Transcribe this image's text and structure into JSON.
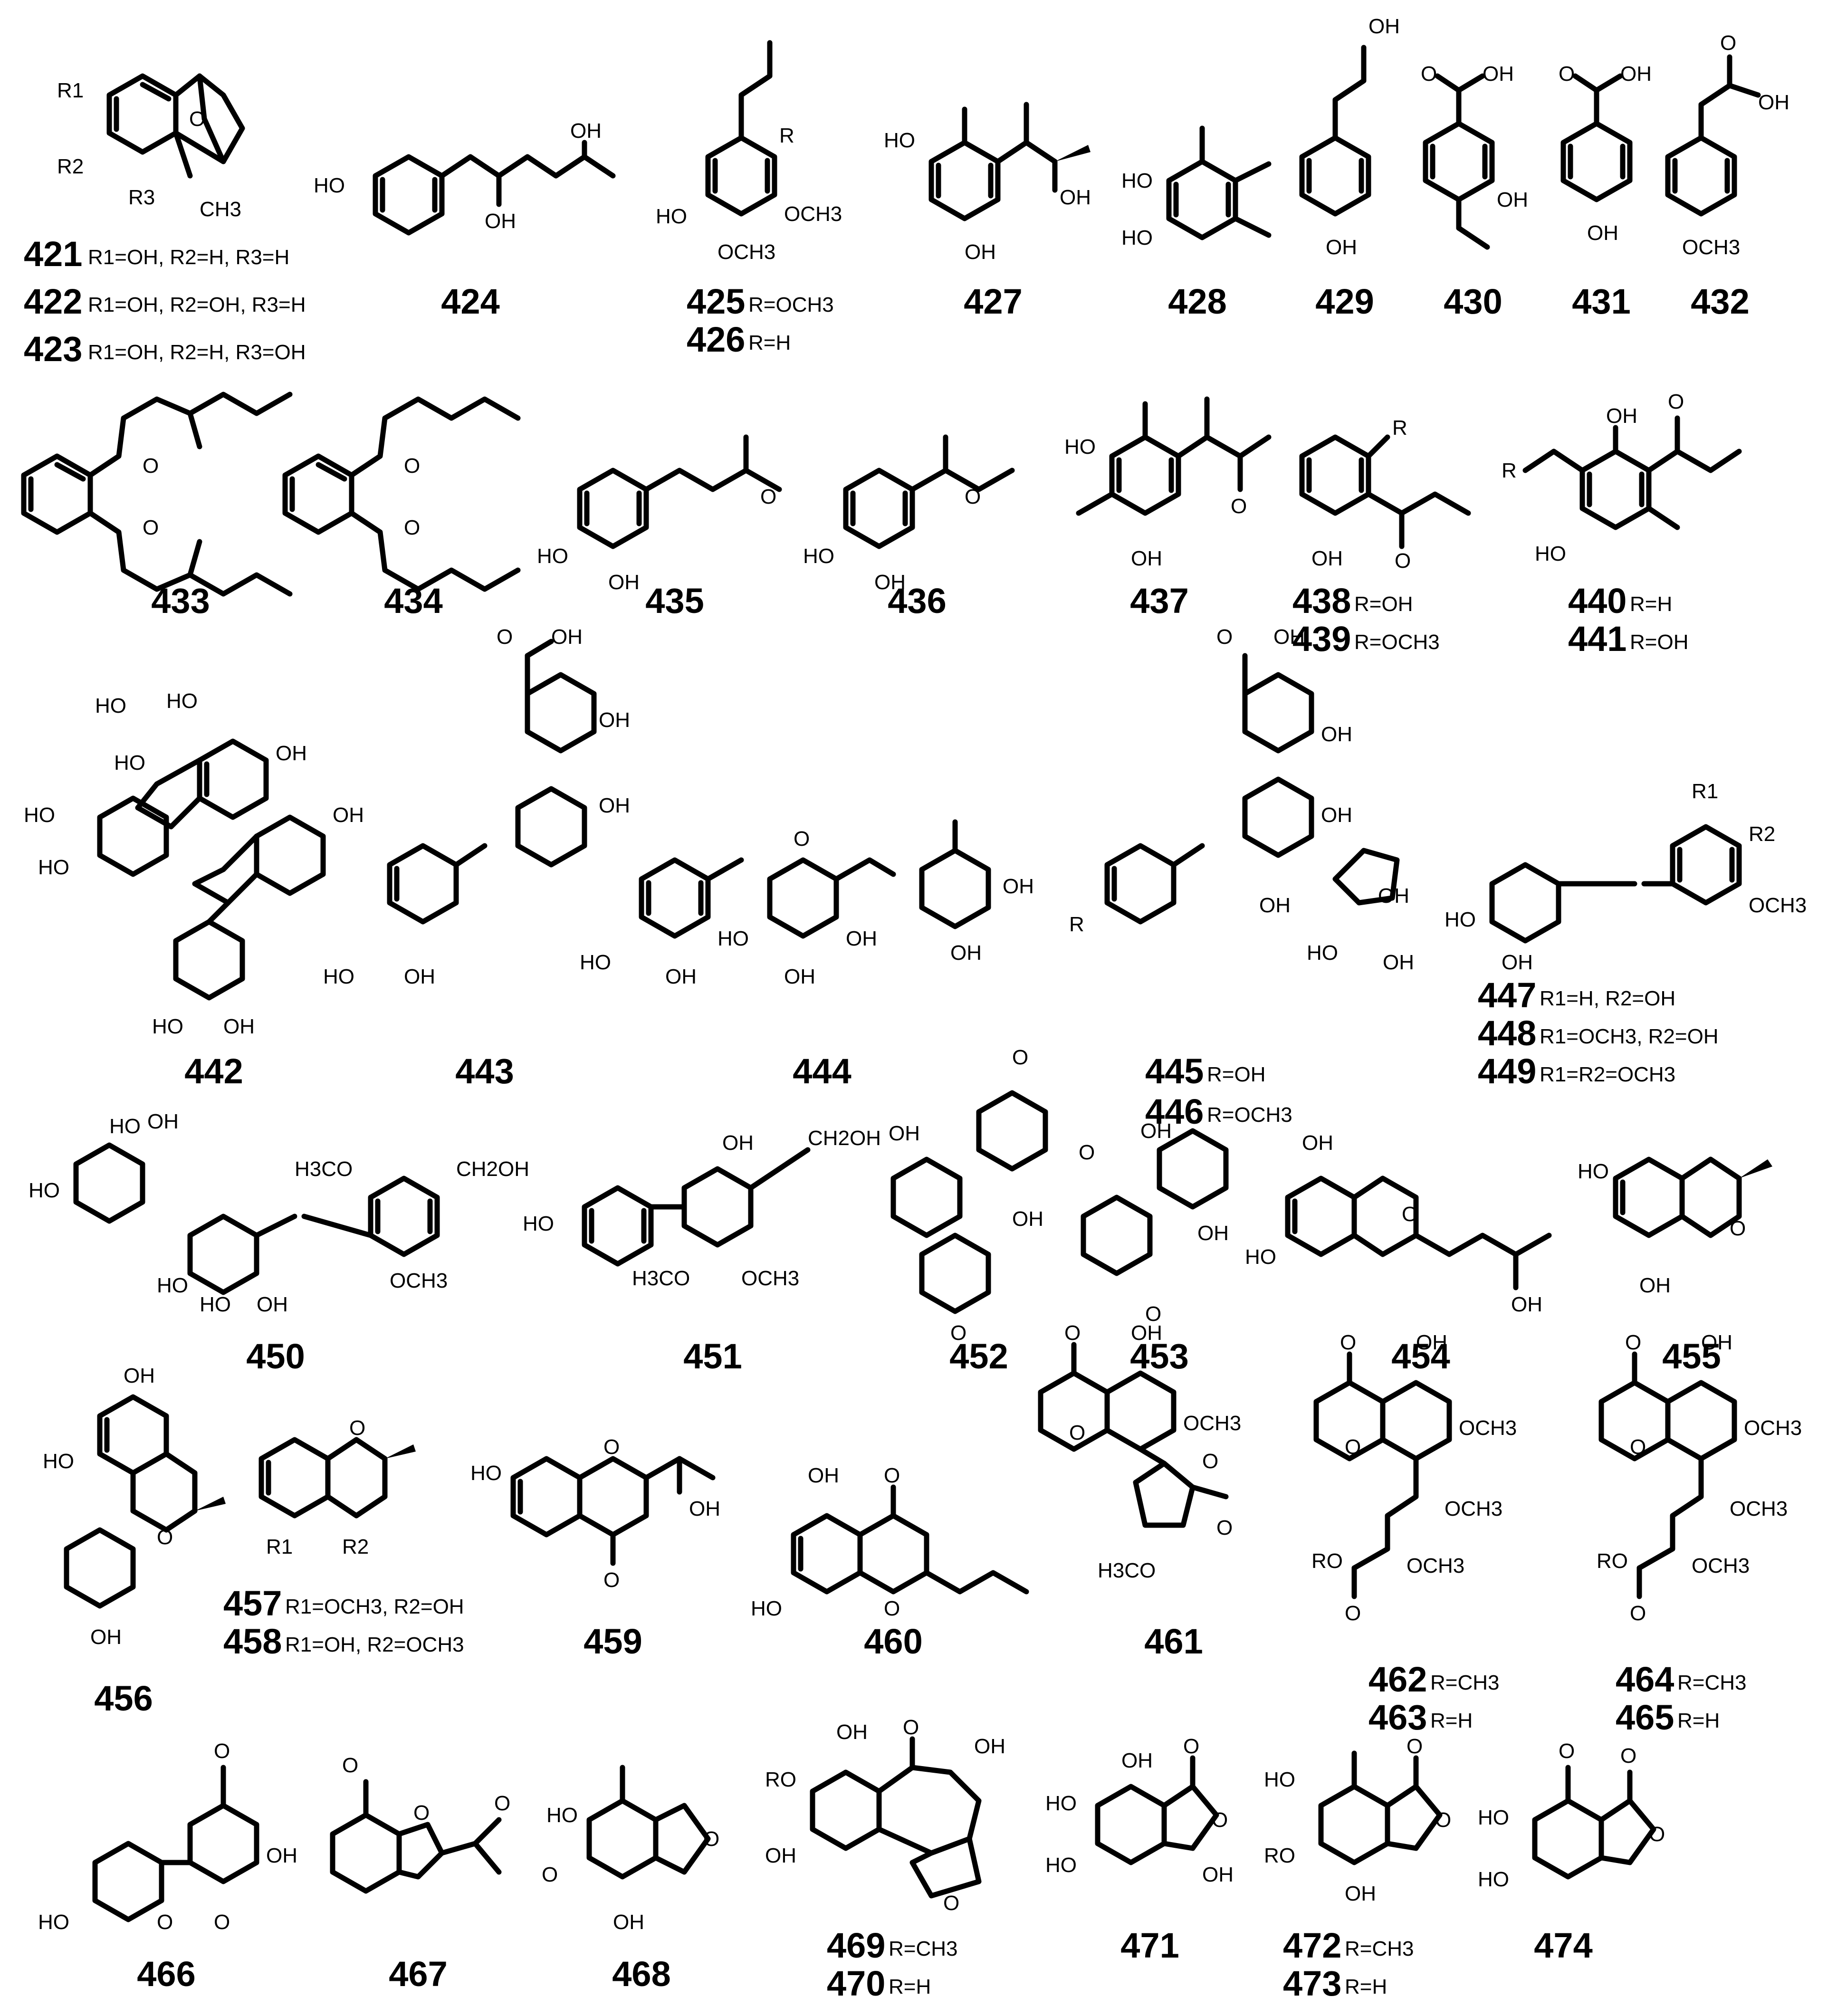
{
  "atoms": {
    "OH": "OH",
    "HO": "HO",
    "O": "O",
    "RO": "RO",
    "R": "R",
    "R1": "R1",
    "R2": "R2",
    "R3": "R3",
    "CH3": "CH3",
    "OCH3": "OCH3",
    "H3CO": "H3CO",
    "CH2OH": "CH2OH",
    "CH2OH_side": "CH2OH"
  },
  "compounds": [
    {
      "id": "421",
      "sub": "R1=OH, R2=H, R3=H"
    },
    {
      "id": "422",
      "sub": "R1=OH, R2=OH, R3=H"
    },
    {
      "id": "423",
      "sub": "R1=OH, R2=H, R3=OH"
    },
    {
      "id": "424",
      "sub": ""
    },
    {
      "id": "425",
      "sub": "R=OCH3"
    },
    {
      "id": "426",
      "sub": "R=H"
    },
    {
      "id": "427",
      "sub": ""
    },
    {
      "id": "428",
      "sub": ""
    },
    {
      "id": "429",
      "sub": ""
    },
    {
      "id": "430",
      "sub": ""
    },
    {
      "id": "431",
      "sub": ""
    },
    {
      "id": "432",
      "sub": ""
    },
    {
      "id": "433",
      "sub": ""
    },
    {
      "id": "434",
      "sub": ""
    },
    {
      "id": "435",
      "sub": ""
    },
    {
      "id": "436",
      "sub": ""
    },
    {
      "id": "437",
      "sub": ""
    },
    {
      "id": "438",
      "sub": "R=OH"
    },
    {
      "id": "439",
      "sub": "R=OCH3"
    },
    {
      "id": "440",
      "sub": "R=H"
    },
    {
      "id": "441",
      "sub": "R=OH"
    },
    {
      "id": "442",
      "sub": ""
    },
    {
      "id": "443",
      "sub": ""
    },
    {
      "id": "444",
      "sub": ""
    },
    {
      "id": "445",
      "sub": "R=OH"
    },
    {
      "id": "446",
      "sub": "R=OCH3"
    },
    {
      "id": "447",
      "sub": "R1=H, R2=OH"
    },
    {
      "id": "448",
      "sub": "R1=OCH3, R2=OH"
    },
    {
      "id": "449",
      "sub": "R1=R2=OCH3"
    },
    {
      "id": "450",
      "sub": ""
    },
    {
      "id": "451",
      "sub": ""
    },
    {
      "id": "452",
      "sub": ""
    },
    {
      "id": "453",
      "sub": ""
    },
    {
      "id": "454",
      "sub": ""
    },
    {
      "id": "455",
      "sub": ""
    },
    {
      "id": "456",
      "sub": ""
    },
    {
      "id": "457",
      "sub": "R1=OCH3, R2=OH"
    },
    {
      "id": "458",
      "sub": "R1=OH, R2=OCH3"
    },
    {
      "id": "459",
      "sub": ""
    },
    {
      "id": "460",
      "sub": ""
    },
    {
      "id": "461",
      "sub": ""
    },
    {
      "id": "462",
      "sub": "R=CH3"
    },
    {
      "id": "463",
      "sub": "R=H"
    },
    {
      "id": "464",
      "sub": "R=CH3"
    },
    {
      "id": "465",
      "sub": "R=H"
    },
    {
      "id": "466",
      "sub": ""
    },
    {
      "id": "467",
      "sub": ""
    },
    {
      "id": "468",
      "sub": ""
    },
    {
      "id": "469",
      "sub": "R=CH3"
    },
    {
      "id": "470",
      "sub": "R=H"
    },
    {
      "id": "471",
      "sub": ""
    },
    {
      "id": "472",
      "sub": "R=CH3"
    },
    {
      "id": "473",
      "sub": "R=H"
    },
    {
      "id": "474",
      "sub": ""
    }
  ]
}
